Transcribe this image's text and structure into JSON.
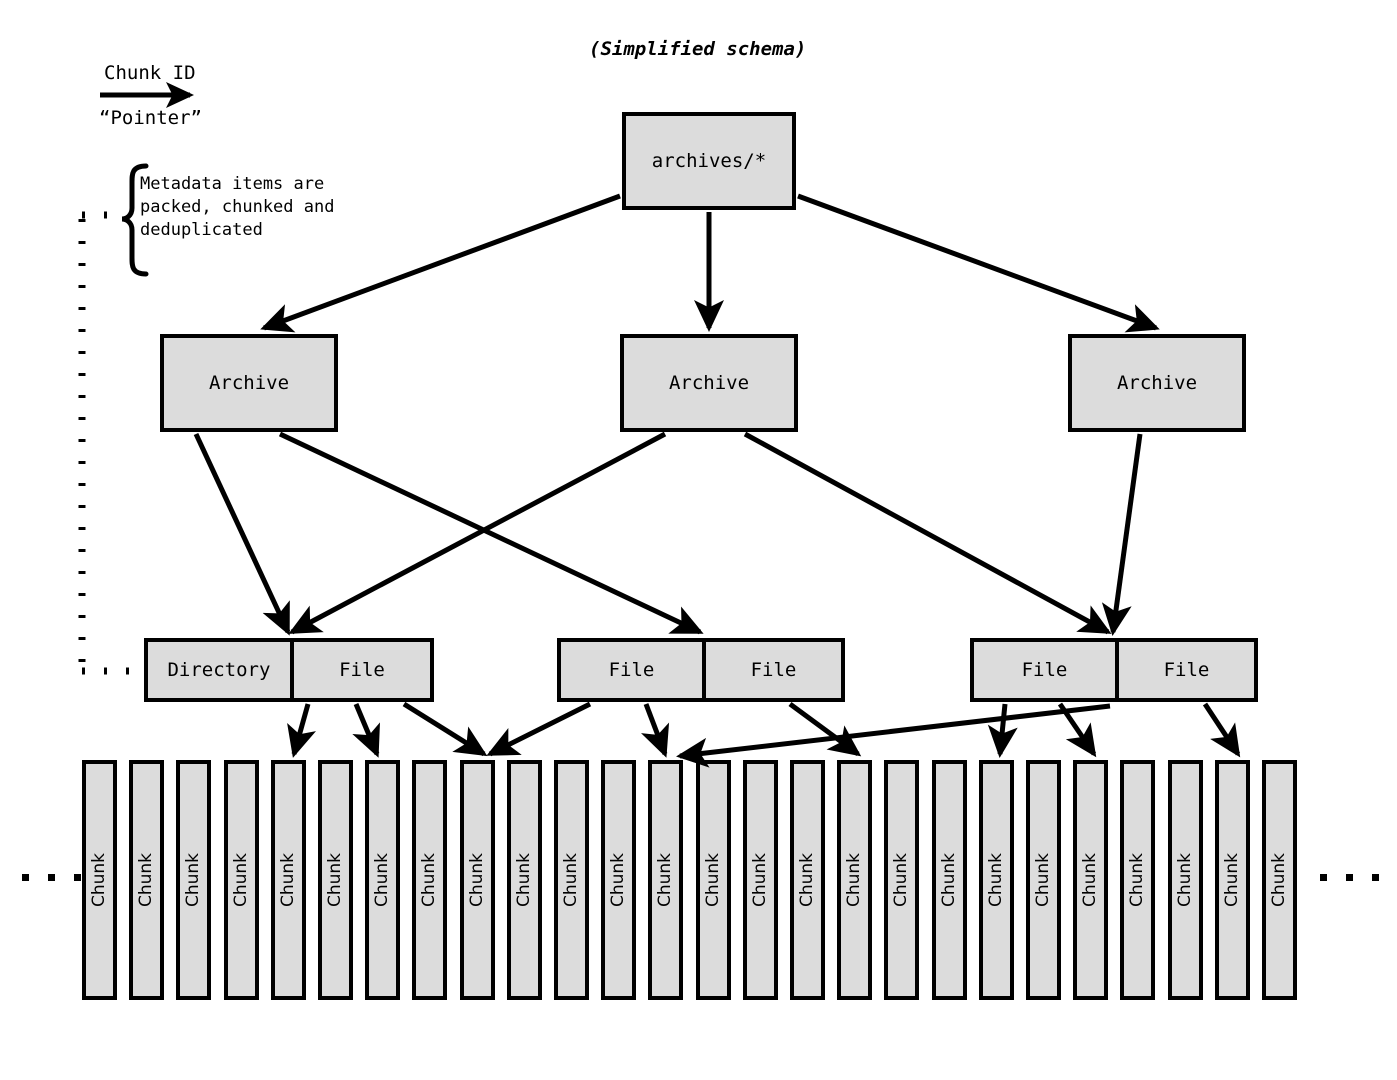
{
  "title": "(Simplified schema)",
  "legend": {
    "arrow_top_label": "Chunk ID",
    "arrow_bottom_label": "“Pointer”",
    "arrow_icon": "right-arrow-icon"
  },
  "bracket_note": "Metadata items are\npacked, chunked and\ndeduplicated",
  "colors": {
    "node_fill": "#dcdcdc",
    "stroke": "#000000",
    "background": "#ffffff"
  },
  "levels": {
    "root": {
      "label": "archives/*"
    },
    "archives": [
      {
        "label": "Archive"
      },
      {
        "label": "Archive"
      },
      {
        "label": "Archive"
      }
    ],
    "leaf_groups": [
      {
        "cells": [
          {
            "label": "Directory"
          },
          {
            "label": "File"
          }
        ]
      },
      {
        "cells": [
          {
            "label": "File"
          },
          {
            "label": "File"
          }
        ]
      },
      {
        "cells": [
          {
            "label": "File"
          },
          {
            "label": "File"
          }
        ]
      }
    ],
    "chunks": {
      "label": "Chunk",
      "count": 26,
      "leading_ellipsis": "...",
      "trailing_ellipsis": "..."
    }
  },
  "edges": {
    "root_to_archives": 3,
    "archives_to_leaves": 5,
    "leaves_to_chunks": 10
  },
  "graph_data": {
    "type": "diagram",
    "nodes": [
      {
        "id": "root",
        "label": "archives/*",
        "level": 0
      },
      {
        "id": "a1",
        "label": "Archive",
        "level": 1
      },
      {
        "id": "a2",
        "label": "Archive",
        "level": 1
      },
      {
        "id": "a3",
        "label": "Archive",
        "level": 1
      },
      {
        "id": "g1c1",
        "label": "Directory",
        "level": 2
      },
      {
        "id": "g1c2",
        "label": "File",
        "level": 2
      },
      {
        "id": "g2c1",
        "label": "File",
        "level": 2
      },
      {
        "id": "g2c2",
        "label": "File",
        "level": 2
      },
      {
        "id": "g3c1",
        "label": "File",
        "level": 2
      },
      {
        "id": "g3c2",
        "label": "File",
        "level": 2
      }
    ],
    "chunk_count": 26
  }
}
